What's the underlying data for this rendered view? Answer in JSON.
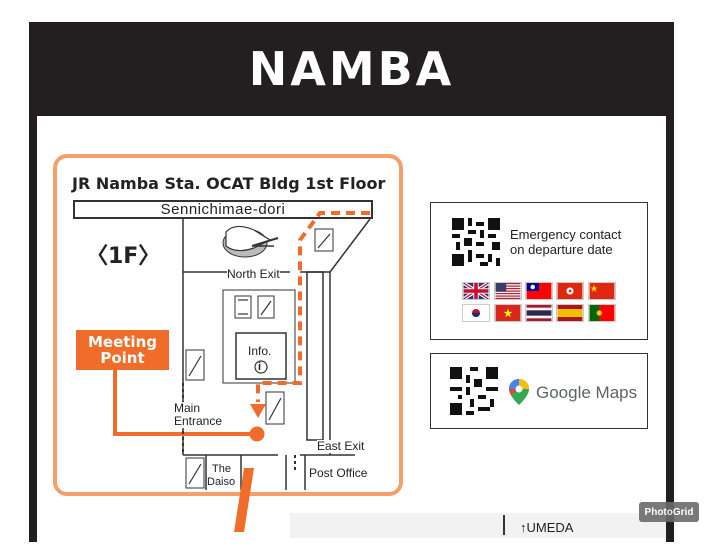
{
  "header": {
    "title": "NAMBA"
  },
  "map": {
    "title": "JR Namba Sta. OCAT Bldg 1st Floor",
    "floor_label": "〈1F〉",
    "street_name": "Sennichimae-dori",
    "labels": {
      "north_exit": "North Exit",
      "info": "Info.",
      "info_icon": "i",
      "main_entrance_line1": "Main",
      "main_entrance_line2": "Entrance",
      "east_exit": "East Exit",
      "the_daiso_line1": "The",
      "the_daiso_line2": "Daiso",
      "post_office": "Post Office"
    },
    "meeting_point_line1": "Meeting",
    "meeting_point_line2": "Point",
    "colors": {
      "accent": "#ef6c2b",
      "frame": "#f5a06b"
    }
  },
  "emergency_card": {
    "text_line1": "Emergency contact",
    "text_line2": "on departure date",
    "flags": [
      "uk-flag",
      "usa-flag",
      "taiwan-flag",
      "hongkong-flag",
      "china-flag",
      "korea-flag",
      "vietnam-flag",
      "thailand-flag",
      "spain-flag",
      "portugal-flag"
    ]
  },
  "maps_card": {
    "label": "Google Maps",
    "icon": "google-maps-pin-icon"
  },
  "bottom_strip": {
    "text": "↑UMEDA"
  },
  "watermark": {
    "text": "PhotoGrid"
  }
}
